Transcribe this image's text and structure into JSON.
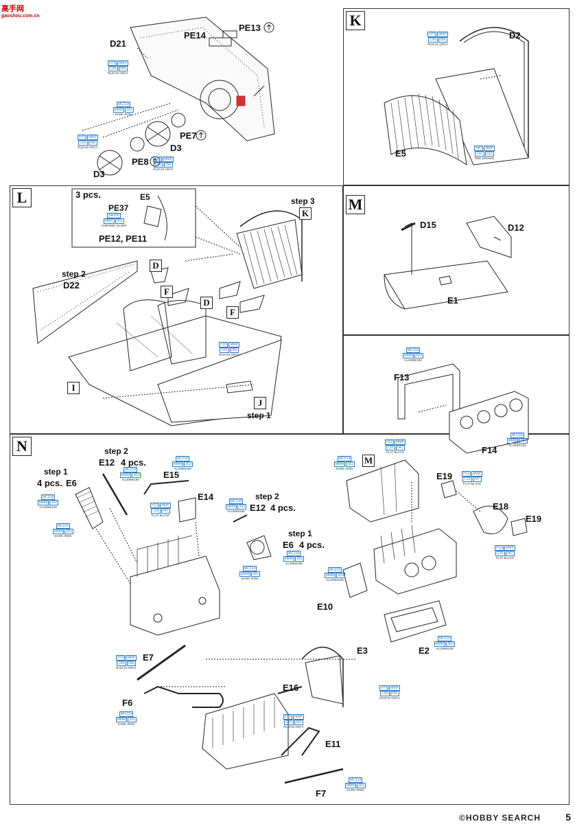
{
  "watermark": {
    "title": "高手网",
    "subtitle": "gaoshou.com.cn"
  },
  "footer": {
    "brand": "©HOBBY SEARCH",
    "page": "5"
  },
  "panels": {
    "top_left": {
      "labels": {
        "d21": "D21",
        "pe14": "PE14",
        "pe13": "PE13",
        "pe7": "PE7",
        "pe8": "PE8",
        "d3a": "D3",
        "d3b": "D3"
      }
    },
    "K": {
      "letter": "K",
      "labels": {
        "d2": "D2",
        "e5": "E5"
      }
    },
    "L": {
      "letter": "L",
      "inset": {
        "qty": "3 pcs.",
        "e5": "E5",
        "pe37": "PE37",
        "pe12": "PE12, PE11"
      },
      "labels": {
        "step3": "step 3",
        "step2": "step 2",
        "d22": "D22",
        "step1": "step 1"
      },
      "boxes": {
        "K": "K",
        "D1": "D",
        "F1": "F",
        "D2": "D",
        "F2": "F",
        "I": "I",
        "J": "J"
      }
    },
    "M": {
      "letter": "M",
      "labels": {
        "d15": "D15",
        "d12": "D12",
        "e1": "E1"
      }
    },
    "right_mid": {
      "labels": {
        "f13": "F13",
        "f14": "F14"
      }
    },
    "N": {
      "letter": "N",
      "labels": {
        "step2a": "step 2",
        "e12a": "E12",
        "qty4a": "4 pcs.",
        "step1a": "step 1",
        "qty4b": "4 pcs.",
        "e6a": "E6",
        "e15": "E15",
        "e14": "E14",
        "step2b": "step 2",
        "e12b": "E12",
        "qty4c": "4 pcs.",
        "step1b": "step 1",
        "e6b": "E6",
        "qty4d": "4 pcs.",
        "m": "M",
        "e19a": "E19",
        "e18": "E18",
        "e19b": "E19",
        "e10": "E10",
        "e2": "E2",
        "e7": "E7",
        "e3": "E3",
        "e16": "E16",
        "f6": "F6",
        "e11": "E11",
        "f7": "F7"
      }
    }
  },
  "paints": [
    {
      "codes": [
        "H70",
        "MMP"
      ],
      "codes2": [
        "C60",
        "056"
      ],
      "name": "RLM 02 GRAY"
    },
    {
      "codes": [
        "MC214"
      ],
      "codes2": [
        "MMM",
        "001"
      ],
      "name": "DARK IRON"
    },
    {
      "codes": [
        "H70",
        "MMP"
      ],
      "codes2": [
        "C60",
        "056"
      ],
      "name": "RLM 02 GRAY"
    },
    {
      "codes": [
        "H70",
        "MMP"
      ],
      "codes2": [
        "C60",
        "056"
      ],
      "name": "RLM 02 GRAY"
    },
    {
      "codes": [
        "H70",
        "MMP"
      ],
      "codes2": [
        "C60",
        "056"
      ],
      "name": "RLM 02 GRAY"
    },
    {
      "codes": [
        "H47",
        "MMP"
      ],
      "codes2": [
        "C41",
        "012"
      ],
      "name": "RED BROWN"
    },
    {
      "codes": [
        "SM206"
      ],
      "codes2": [
        "MMC",
        "001"
      ],
      "name": "CHROME SILVER"
    },
    {
      "codes": [
        "H70",
        "MMP"
      ],
      "codes2": [
        "C60",
        "056"
      ],
      "name": "RLM 02 GRAY"
    },
    {
      "codes": [
        "MC218"
      ],
      "codes2": [
        "MMM",
        "003"
      ],
      "name": "ALUMINIUM"
    },
    {
      "codes": [
        "MC218"
      ],
      "codes2": [
        "MMM",
        "003"
      ],
      "name": "ALUMINIUM"
    },
    {
      "codes": [
        "MC218"
      ],
      "codes2": [
        "MMM",
        "003"
      ],
      "name": "ALUMINIUM"
    },
    {
      "codes": [
        "MC218"
      ],
      "codes2": [
        "MMM",
        "003"
      ],
      "name": "ALUMINIUM"
    },
    {
      "codes": [
        "MC218"
      ],
      "codes2": [
        "MMM",
        "003"
      ],
      "name": "ALUMINIUM"
    },
    {
      "codes": [
        "MC214"
      ],
      "codes2": [
        "MMM",
        "001"
      ],
      "name": "DARK IRON"
    },
    {
      "codes": [
        "H12",
        "MMP"
      ],
      "codes2": [
        "C33",
        "047"
      ],
      "name": "FLAT BLACK"
    },
    {
      "codes": [
        "MC218"
      ],
      "codes2": [
        "MMM",
        "003"
      ],
      "name": "ALUMINIUM"
    },
    {
      "codes": [
        "MC214"
      ],
      "codes2": [
        "MMM",
        "001"
      ],
      "name": "DARK IRON"
    },
    {
      "codes": [
        "MC218"
      ],
      "codes2": [
        "MMM",
        "003"
      ],
      "name": "ALUMINIUM"
    },
    {
      "codes": [
        "H12",
        "MMP"
      ],
      "codes2": [
        "C33",
        "047"
      ],
      "name": "FLAT BLACK"
    },
    {
      "codes": [
        "MC214"
      ],
      "codes2": [
        "MMM",
        "001"
      ],
      "name": "DARK IRON"
    },
    {
      "codes": [
        "H12",
        "MMP"
      ],
      "codes2": [
        "C33",
        "047"
      ],
      "name": "FLAT BLACK"
    },
    {
      "codes": [
        "H12",
        "MMP"
      ],
      "codes2": [
        "C33",
        "047"
      ],
      "name": "FLAT BLACK"
    },
    {
      "codes": [
        "MC218"
      ],
      "codes2": [
        "MMM",
        "003"
      ],
      "name": "ALUMINIUM"
    },
    {
      "codes": [
        "MC218"
      ],
      "codes2": [
        "MMM",
        "003"
      ],
      "name": "ALUMINIUM"
    },
    {
      "codes": [
        "H70",
        "MMP"
      ],
      "codes2": [
        "C60",
        "056"
      ],
      "name": "RLM 02 GRAY"
    },
    {
      "codes": [
        "H70",
        "MMP"
      ],
      "codes2": [
        "C60",
        "056"
      ],
      "name": "RLM 02 GRAY"
    },
    {
      "codes": [
        "MC214"
      ],
      "codes2": [
        "MMM",
        "001"
      ],
      "name": "DARK IRON"
    },
    {
      "codes": [
        "H70",
        "MMP"
      ],
      "codes2": [
        "C60",
        "056"
      ],
      "name": "RLM 02 GRAY"
    },
    {
      "codes": [
        "MC214"
      ],
      "codes2": [
        "MMM",
        "001"
      ],
      "name": "DARK IRON"
    }
  ],
  "colors": {
    "paint_code": "#2a7bbf",
    "line": "#222222",
    "watermark": "#cc0000"
  }
}
